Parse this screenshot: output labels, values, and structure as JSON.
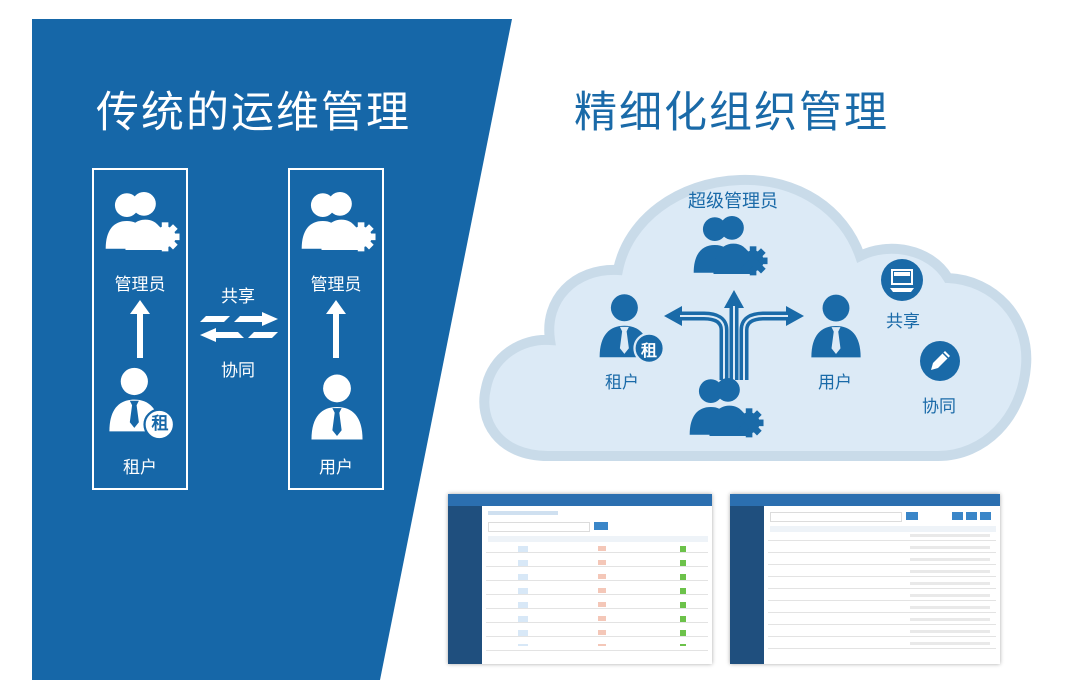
{
  "titles": {
    "left": "传统的运维管理",
    "right": "精细化组织管理"
  },
  "traditional": {
    "admin_label": "管理员",
    "tenant_label": "租户",
    "user_label": "用户",
    "share_label": "共享",
    "collab_label": "协同",
    "tenant_badge": "租"
  },
  "cloud": {
    "super_admin_label": "超级管理员",
    "tenant_label": "租户",
    "user_label": "用户",
    "share_label": "共享",
    "collab_label": "协同",
    "tenant_badge": "租"
  },
  "colors": {
    "panel_blue": "#1667a8",
    "title_blue": "#1a6aa8",
    "cloud_fill": "#dceaf6",
    "cloud_edge": "#c9dbe9",
    "icon_blue": "#1a6aa8"
  },
  "icons": [
    "people-gear-icon",
    "person-tenant-icon",
    "person-user-icon",
    "share-arrows-icon",
    "share-computer-icon",
    "edit-pencil-icon"
  ]
}
